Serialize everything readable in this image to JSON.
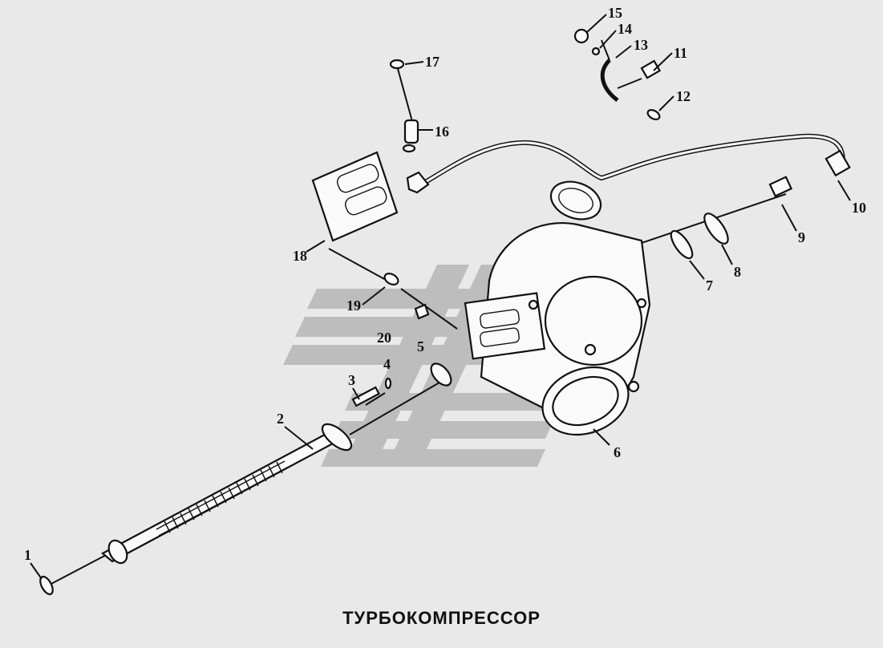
{
  "caption": "ТУРБОКОМПРЕССОР",
  "callouts": [
    {
      "id": "c1",
      "text": "1"
    },
    {
      "id": "c2",
      "text": "2"
    },
    {
      "id": "c3",
      "text": "3"
    },
    {
      "id": "c4",
      "text": "4"
    },
    {
      "id": "c5",
      "text": "5"
    },
    {
      "id": "c6",
      "text": "6"
    },
    {
      "id": "c7",
      "text": "7"
    },
    {
      "id": "c8",
      "text": "8"
    },
    {
      "id": "c9",
      "text": "9"
    },
    {
      "id": "c10",
      "text": "10"
    },
    {
      "id": "c11",
      "text": "11"
    },
    {
      "id": "c12",
      "text": "12"
    },
    {
      "id": "c13",
      "text": "13"
    },
    {
      "id": "c14",
      "text": "14"
    },
    {
      "id": "c15",
      "text": "15"
    },
    {
      "id": "c16",
      "text": "16"
    },
    {
      "id": "c17",
      "text": "17"
    },
    {
      "id": "c18",
      "text": "18"
    },
    {
      "id": "c19",
      "text": "19"
    },
    {
      "id": "c20",
      "text": "20"
    }
  ],
  "watermark": {
    "color": "#b9b9b9"
  }
}
